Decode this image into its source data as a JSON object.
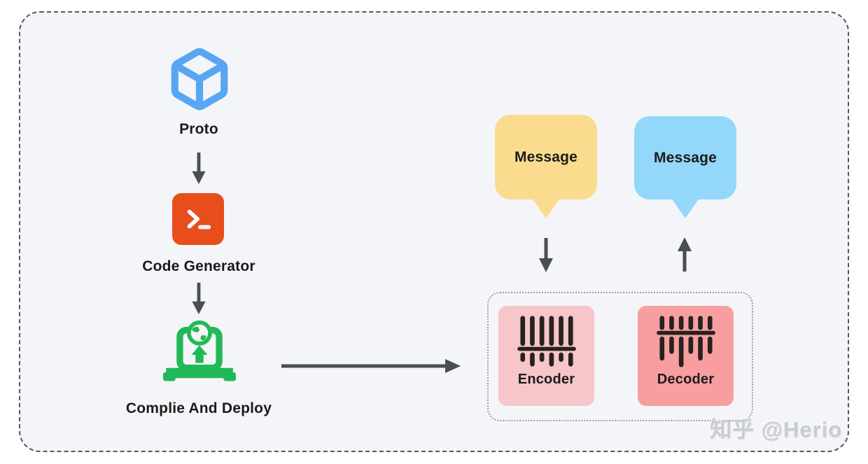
{
  "palette": {
    "panel_bg": "#f4f5f8",
    "dash_border": "#55585c",
    "dotted_border": "#9b9fa4",
    "arrow": "#4a4d52",
    "text": "#1b1b1b",
    "proto_blue": "#58a6f3",
    "terminal_orange": "#e84d1c",
    "terminal_glyph": "#ffffff",
    "deploy_green": "#21b957",
    "bubble_yellow": "#fbdc8e",
    "bubble_blue": "#93d7fb",
    "encoder_pink": "#f6c6c9",
    "decoder_salmon": "#f89ea0",
    "icon_dark": "#27221f",
    "watermark_gray": "#c9ccd0"
  },
  "pipeline": {
    "steps": [
      {
        "id": "proto",
        "label": "Proto",
        "icon": "cube-icon"
      },
      {
        "id": "code-generator",
        "label": "Code Generator",
        "icon": "terminal-icon"
      },
      {
        "id": "compile-deploy",
        "label": "Complie And Deploy",
        "icon": "laptop-upload-icon"
      }
    ]
  },
  "bubbles": {
    "left": {
      "label": "Message"
    },
    "right": {
      "label": "Message"
    }
  },
  "codec": {
    "encoder": {
      "label": "Encoder",
      "icon": "barcode-icon"
    },
    "decoder": {
      "label": "Decoder",
      "icon": "barcode-flipped-icon"
    }
  },
  "watermark": {
    "text": "知乎 @Herio"
  }
}
